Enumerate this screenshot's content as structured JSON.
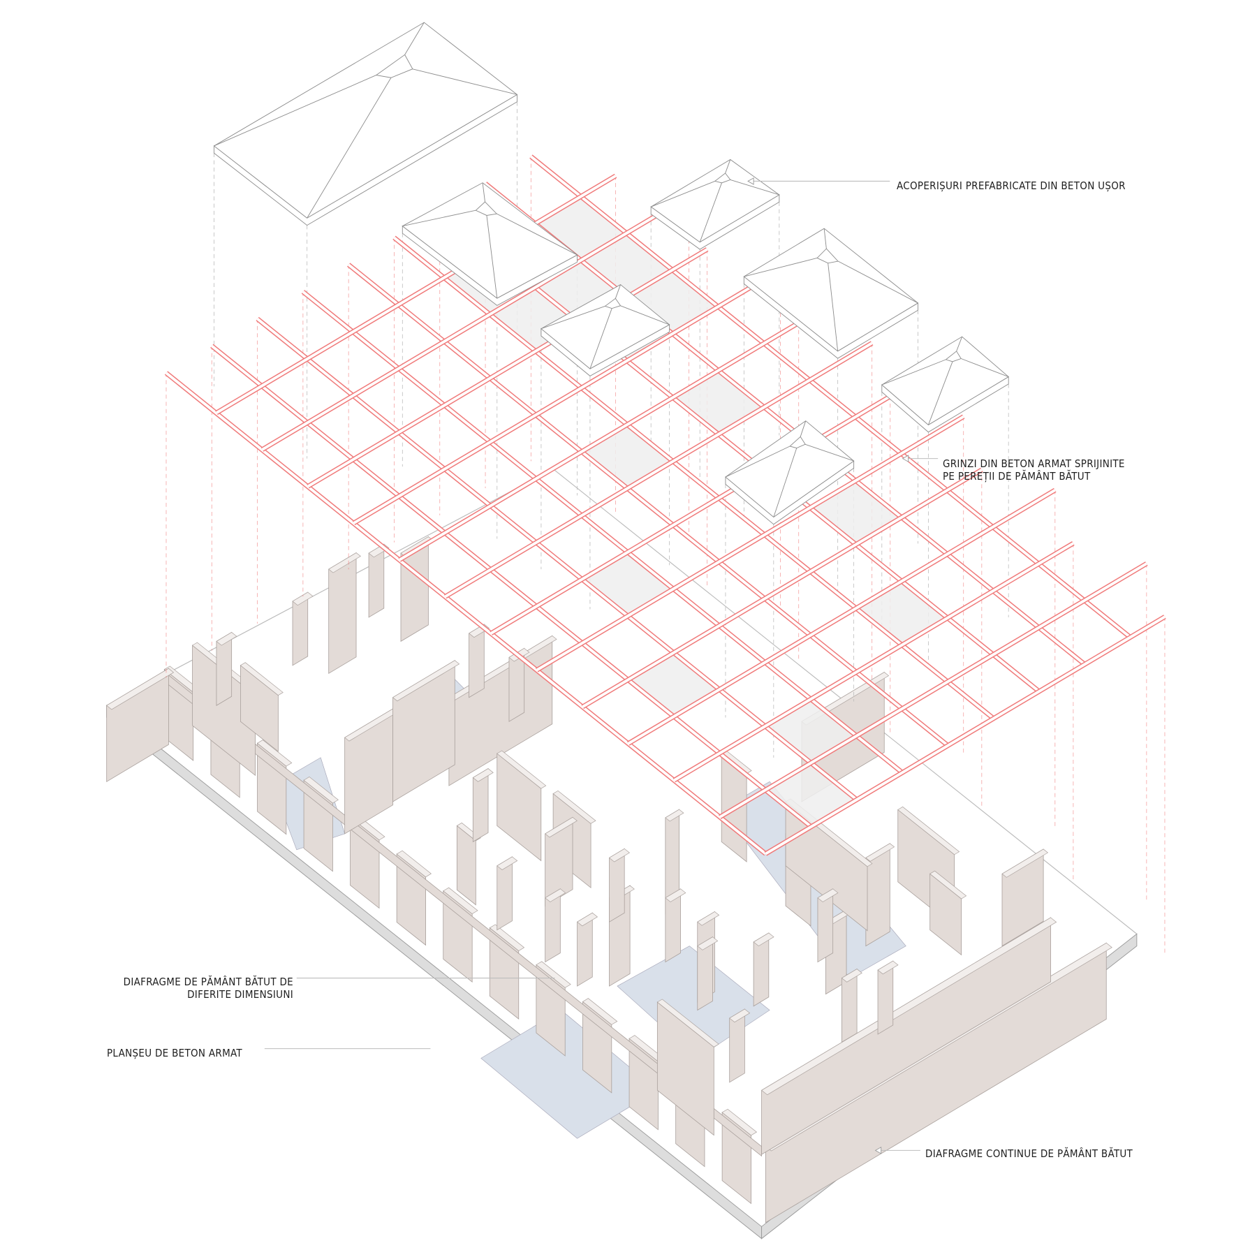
{
  "labels": {
    "roofs": "ACOPERIȘURI PREFABRICATE DIN BETON UȘOR",
    "beams_line1": "GRINZI DIN BETON ARMAT SPRIJINITE",
    "beams_line2": "PE PEREȚII DE PĂMÂNT BĂTUT",
    "diaphragms_line1": "DIAFRAGME DE PĂMÂNT BĂTUT DE",
    "diaphragms_line2": "DIFERITE DIMENSIUNI",
    "slab": "PLANȘEU DE BETON ARMAT",
    "continuous": "DIAFRAGME CONTINUE DE PĂMÂNT BĂTUT"
  },
  "colors": {
    "beam": "#f07a7a",
    "wall": "#e3dbd7",
    "floor": "#d9e0ea",
    "panel": "#eeeeee",
    "line": "#9a9a9a"
  }
}
